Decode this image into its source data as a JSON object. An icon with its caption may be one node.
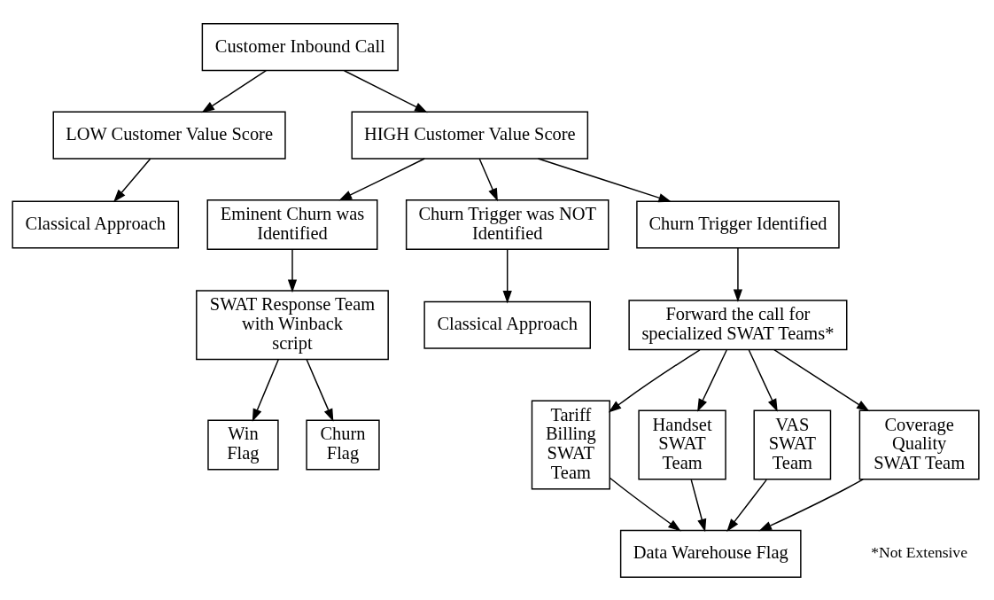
{
  "diagram": {
    "nodes": [
      {
        "text": [
          "Customer Inbound Call"
        ]
      },
      {
        "text": [
          "LOW Customer Value Score"
        ]
      },
      {
        "text": [
          "HIGH Customer Value Score"
        ]
      },
      {
        "text": [
          "Classical Approach"
        ]
      },
      {
        "text": [
          "Eminent Churn was Identified"
        ]
      },
      {
        "text": [
          "Churn Trigger was NOT Identified"
        ]
      },
      {
        "text": [
          "Churn Trigger Identified"
        ]
      },
      {
        "text": [
          "SWAT Response Team with Winback script"
        ]
      },
      {
        "text": [
          "Classical Approach"
        ]
      },
      {
        "text": [
          "Forward the call for specialized SWAT Teams*"
        ]
      },
      {
        "text": [
          "Win Flag"
        ]
      },
      {
        "text": [
          "Churn Flag"
        ]
      },
      {
        "text": [
          "Tariff Billing SWAT Team"
        ]
      },
      {
        "text": [
          "Handset SWAT Team"
        ]
      },
      {
        "text": [
          "VAS SWAT Team"
        ]
      },
      {
        "text": [
          "Coverage Quality SWAT Team"
        ]
      },
      {
        "text": [
          "Data Warehouse Flag"
        ]
      }
    ],
    "edges": [
      {
        "from": 0,
        "to": 1,
        "arrow": "to"
      },
      {
        "from": 0,
        "to": 2,
        "arrow": "to"
      },
      {
        "from": 1,
        "to": 3,
        "arrow": "to"
      },
      {
        "from": 2,
        "to": 5,
        "arrow": "to"
      },
      {
        "from": 2,
        "to": 6,
        "arrow": "to"
      },
      {
        "from": 2,
        "to": 4,
        "arrow": "to"
      },
      {
        "from": 4,
        "to": 7,
        "arrow": "to"
      },
      {
        "from": 5,
        "to": 8,
        "arrow": "to"
      },
      {
        "from": 6,
        "to": 9,
        "arrow": "to"
      },
      {
        "from": 7,
        "to": 10,
        "arrow": "to"
      },
      {
        "from": 7,
        "to": 11,
        "arrow": "to"
      },
      {
        "from": 9,
        "to": 12,
        "arrow": "to"
      },
      {
        "from": 9,
        "to": 13,
        "arrow": "to"
      },
      {
        "from": 9,
        "to": 14,
        "arrow": "to"
      },
      {
        "from": 9,
        "to": 15,
        "arrow": "to"
      },
      {
        "from": 12,
        "to": 16,
        "arrow": "to"
      },
      {
        "from": 13,
        "to": 16,
        "arrow": "to"
      },
      {
        "from": 14,
        "to": 16,
        "arrow": "to"
      },
      {
        "from": 15,
        "to": 16,
        "arrow": "to"
      }
    ],
    "labels": [
      "*Not Extensive"
    ]
  }
}
